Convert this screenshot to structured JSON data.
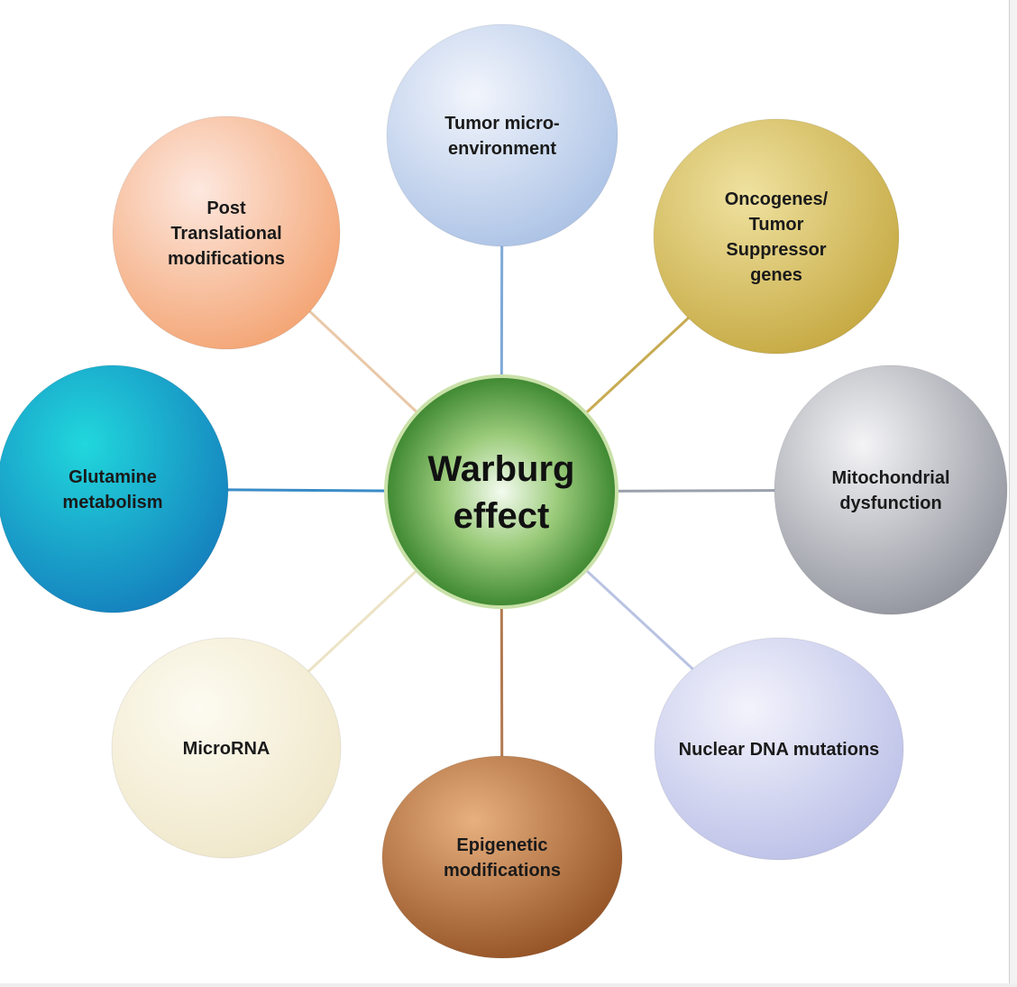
{
  "hub": {
    "lines": [
      "Warburg",
      "effect"
    ],
    "color": "#2f7d25"
  },
  "nodes": [
    {
      "id": "tumor-microenvironment",
      "lines": [
        "Tumor micro-",
        "environment"
      ],
      "fill_light": "#f2f5fc",
      "fill_dark": "#a7bfe4",
      "connector": "#7fa9d8"
    },
    {
      "id": "oncogenes-tumor-suppressor-genes",
      "lines": [
        "Oncogenes/",
        "Tumor",
        "Suppressor",
        "genes"
      ],
      "fill_light": "#efe2a0",
      "fill_dark": "#c3a53c",
      "connector": "#c8ab52"
    },
    {
      "id": "mitochondrial-dysfunction",
      "lines": [
        "Mitochondrial",
        "dysfunction"
      ],
      "fill_light": "#f4f4f6",
      "fill_dark": "#8a8d97",
      "connector": "#9aa0ab"
    },
    {
      "id": "nuclear-dna-mutations",
      "lines": [
        "Nuclear DNA mutations"
      ],
      "fill_light": "#f3f3fc",
      "fill_dark": "#b8bde6",
      "connector": "#b9c3e3"
    },
    {
      "id": "epigenetic-modifications",
      "lines": [
        "Epigenetic",
        "modifications"
      ],
      "fill_light": "#e8b07e",
      "fill_dark": "#8e4c1f",
      "connector": "#b27a50"
    },
    {
      "id": "microrna",
      "lines": [
        "MicroRNA"
      ],
      "fill_light": "#fdfbf1",
      "fill_dark": "#efe6c7",
      "connector": "#ece3c5"
    },
    {
      "id": "glutamine-metabolism",
      "lines": [
        "Glutamine",
        "metabolism"
      ],
      "fill_light": "#21d7dc",
      "fill_dark": "#1479bb",
      "connector": "#3a8cc7"
    },
    {
      "id": "post-translational-modifications",
      "lines": [
        "Post",
        "Translational",
        "modifications"
      ],
      "fill_light": "#fde8df",
      "fill_dark": "#f3a06c",
      "connector": "#e9c8a8"
    }
  ]
}
